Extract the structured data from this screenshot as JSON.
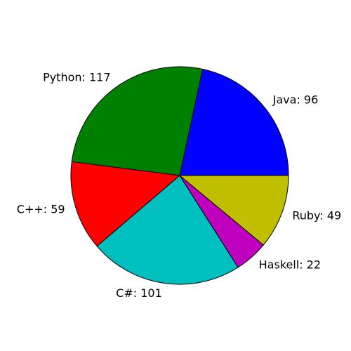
{
  "chart_data": {
    "type": "pie",
    "title": "",
    "categories": [
      "Java",
      "Python",
      "C++",
      "C#",
      "Haskell",
      "Ruby"
    ],
    "values": [
      96,
      117,
      59,
      101,
      22,
      49
    ],
    "labels": [
      "Java: 96",
      "Python: 117",
      "C++: 59",
      "C#: 101",
      "Haskell: 22",
      "Ruby: 49"
    ],
    "colors": [
      "#0000ff",
      "#008000",
      "#ff0000",
      "#00bfbf",
      "#bf00bf",
      "#bfbf00"
    ],
    "start_angle_deg": 0,
    "direction": "counterclockwise",
    "legend": "none"
  }
}
